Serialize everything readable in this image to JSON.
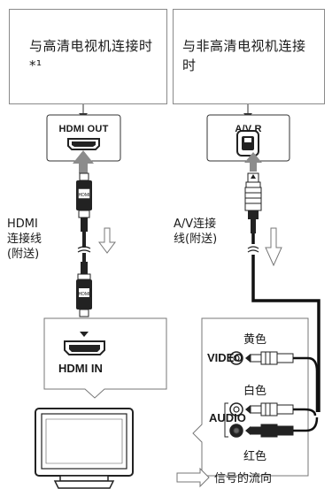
{
  "headers": {
    "hd_connection": "与高清电视机连接时*¹",
    "non_hd_connection": "与非高清电视机连接时"
  },
  "ports": {
    "hdmi_out": "HDMI OUT",
    "av_r": "A/V R",
    "hdmi_in": "HDMI IN"
  },
  "cables": {
    "hdmi_cable": [
      "HDMI",
      "连接线",
      "(附送)"
    ],
    "av_cable": [
      "A/V连接",
      "线(附送)"
    ]
  },
  "tv_inputs": {
    "video": "VIDEO",
    "audio": "AUDIO",
    "yellow": "黄色",
    "white": "白色",
    "red": "红色"
  },
  "legend": {
    "signal_flow": "信号的流向"
  }
}
